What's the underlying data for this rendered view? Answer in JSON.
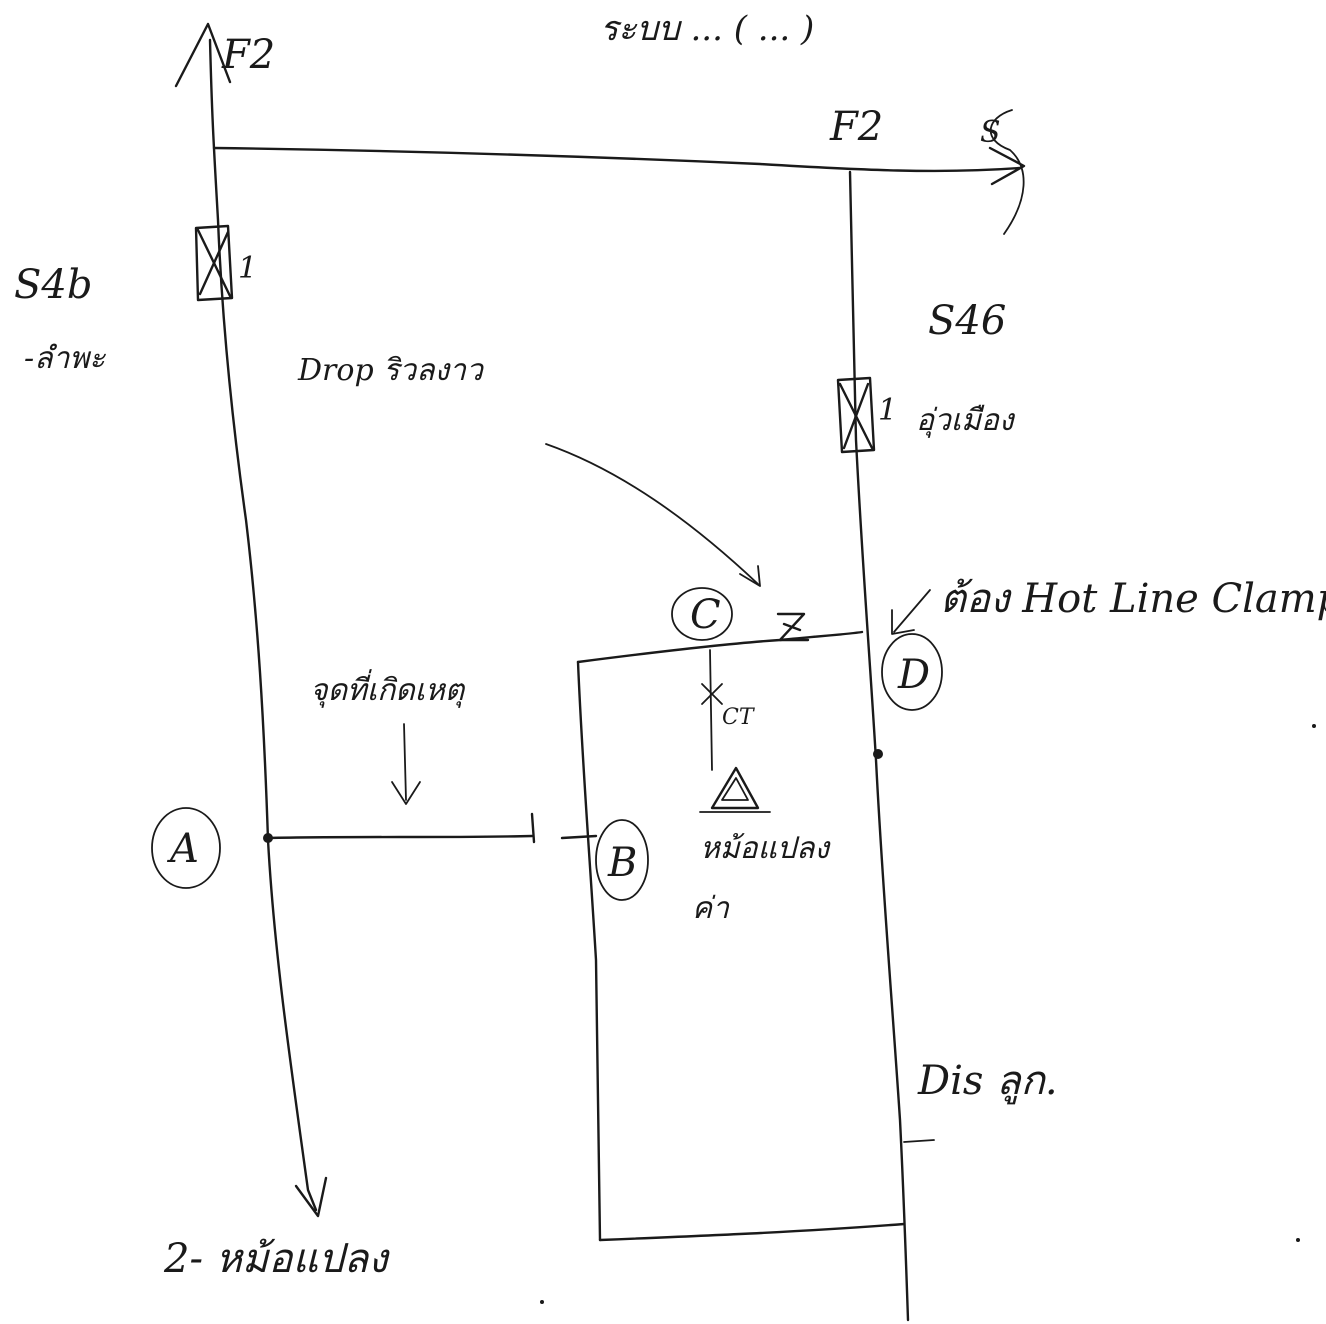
{
  "labels": {
    "top_note": "ระบบ ... ( ... )",
    "f2_left": "F2",
    "f2_top": "F2",
    "s_right": "S",
    "sw_left_code": "S4b",
    "sw_left_name": "-ลำพะ",
    "sw_left_device": "1",
    "drop_label": "Drop ริวลงาว",
    "sw_right_code": "S46",
    "sw_right_device": "1",
    "sw_right_name": "อุ่วเมือง",
    "hot_line_clamp": "ต้อง Hot Line Clamp",
    "node_c": "C",
    "node_d": "D",
    "node_a": "A",
    "node_b": "B",
    "fault_label": "จุดที่เกิดเหตุ",
    "ct_label": "CT",
    "transformer_label": "หม้อแปลง",
    "transformer_sub": "ค่า",
    "dis_label": "Dis ลูก.",
    "bottom_label": "2- หม้อแปลง"
  },
  "colors": {
    "ink": "#1a1a1a",
    "paper": "#ffffff"
  }
}
